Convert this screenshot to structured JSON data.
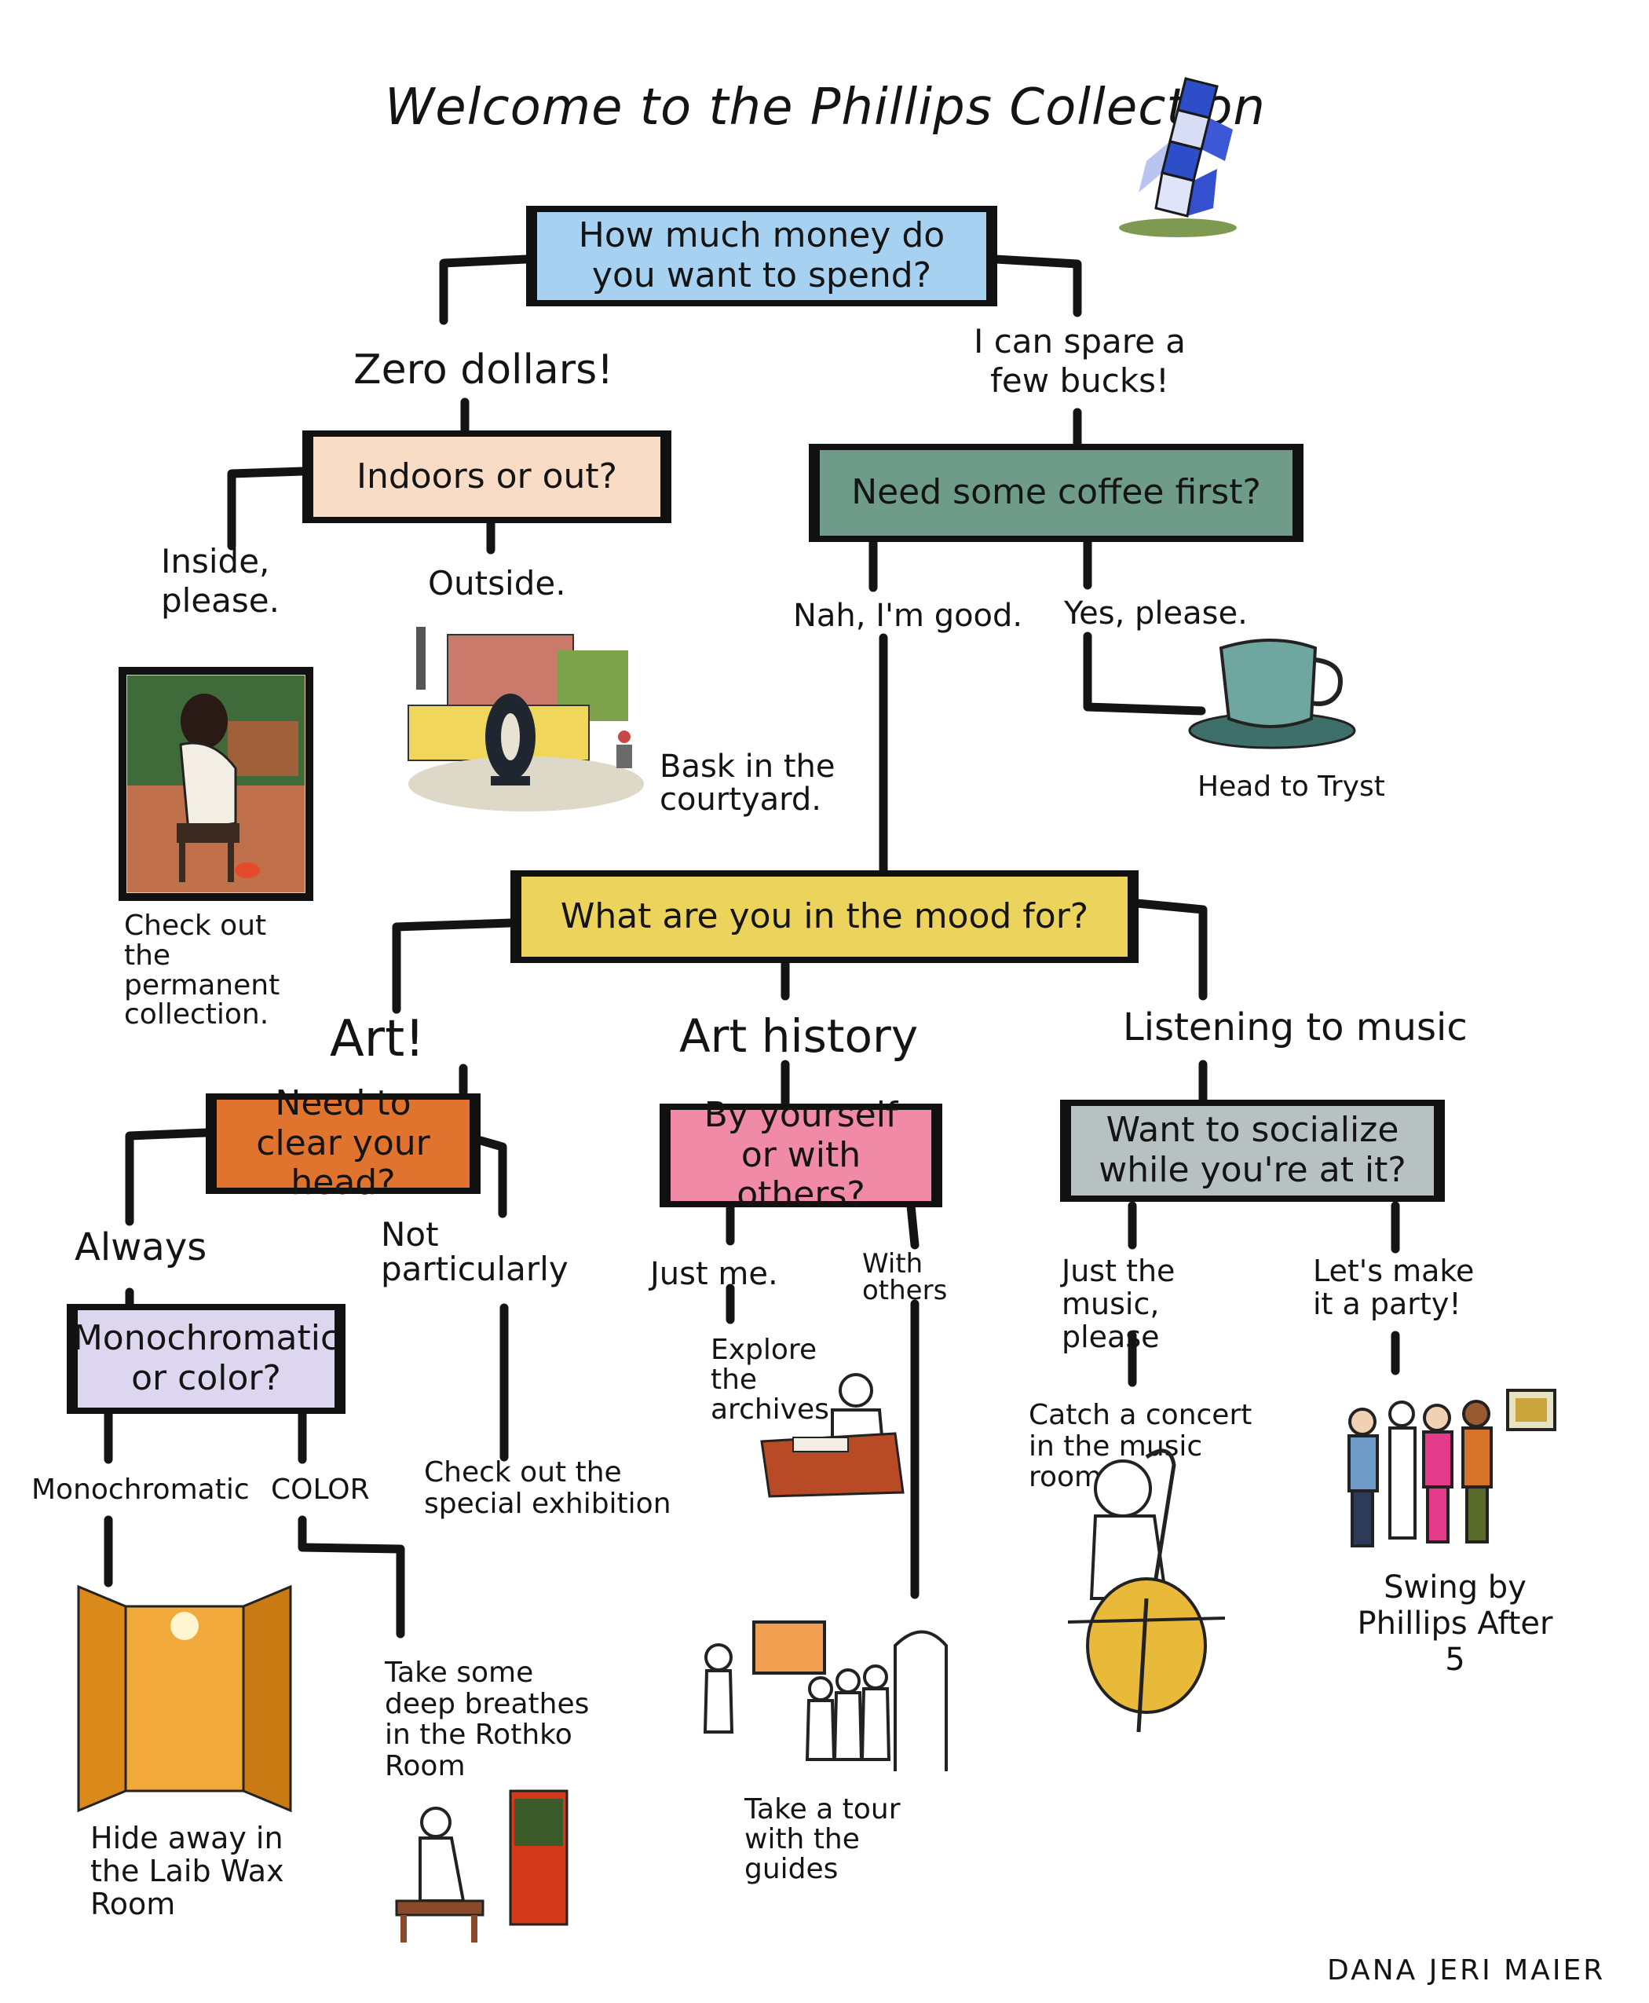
{
  "title": "Welcome to the Phillips Collection",
  "q_money": "How much money do you want to spend?",
  "a_zero": "Zero dollars!",
  "a_spare": "I can spare a few bucks!",
  "q_indoors": "Indoors or out?",
  "a_inside": "Inside, please.",
  "a_outside": "Outside.",
  "r_courtyard": "Bask in the courtyard.",
  "r_permanent": "Check out the permanent collection.",
  "q_coffee": "Need some coffee first?",
  "a_nah": "Nah, I'm good.",
  "a_yes": "Yes, please.",
  "r_tryst": "Head to Tryst",
  "q_mood": "What are you in the mood for?",
  "a_art": "Art!",
  "a_history": "Art history",
  "a_music": "Listening to music",
  "q_clear": "Need to clear your head?",
  "a_always": "Always",
  "a_notpart": "Not particularly",
  "q_mono": "Monochromatic or color?",
  "a_monochromatic": "Monochromatic",
  "a_color": "COLOR",
  "r_laib": "Hide away in the Laib Wax Room",
  "r_rothko": "Take some deep breathes in the Rothko Room",
  "r_special": "Check out the special exhibition",
  "q_yourself": "By yourself or with others?",
  "a_justme": "Just me.",
  "a_withothers": "With others",
  "r_archives": "Explore the archives.",
  "r_tour": "Take a tour with the guides",
  "q_socialize": "Want to socialize while you're at it?",
  "a_justmusic": "Just the music, please",
  "a_party": "Let's make it a party!",
  "r_concert": "Catch a concert in the music room.",
  "r_after5": "Swing by Phillips After 5",
  "signature": "DANA JERI MAIER",
  "colors": {
    "blue": "#a7d1f0",
    "peach": "#f8dcc6",
    "teal": "#6f9c8a",
    "yellow": "#ecd35c",
    "orange": "#e0742e",
    "pink": "#f08aa6",
    "lavender": "#ddd6ef",
    "gray": "#b8c1c1",
    "ink": "#141414"
  }
}
